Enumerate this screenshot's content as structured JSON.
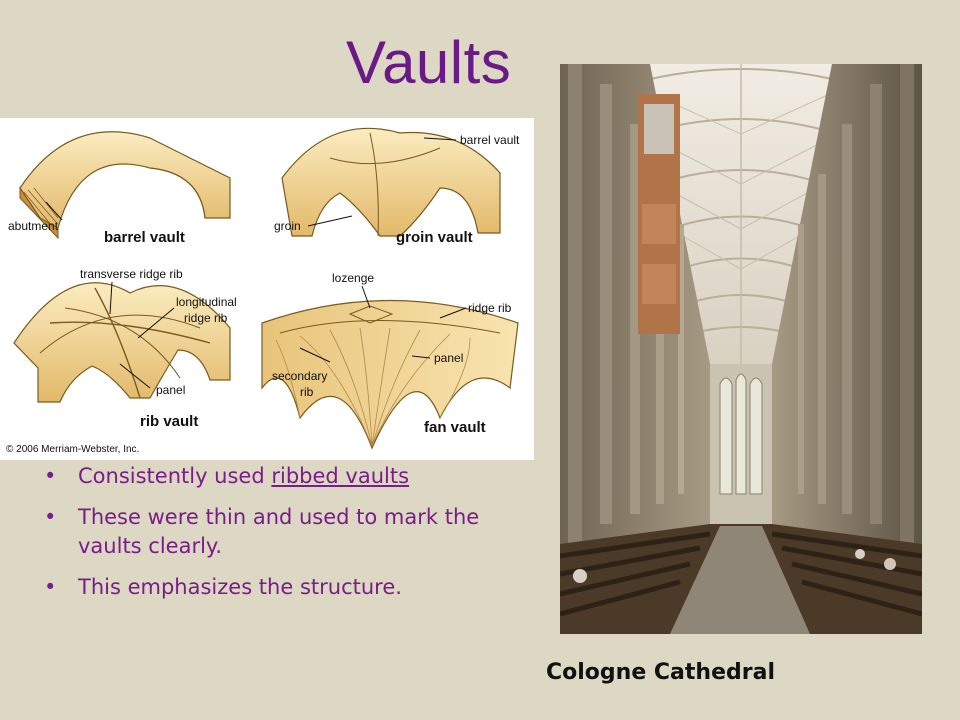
{
  "slide": {
    "title": "Vaults"
  },
  "diagram": {
    "labels": {
      "abutment": "abutment",
      "barrel_vault_callout": "barrel vault",
      "barrel_vault": "barrel vault",
      "groin": "groin",
      "groin_vault": "groin vault",
      "transverse_ridge_rib": "transverse ridge rib",
      "longitudinal_1": "longitudinal",
      "longitudinal_2": "ridge rib",
      "lozenge": "lozenge",
      "ridge_rib": "ridge rib",
      "panel_left": "panel",
      "panel_right": "panel",
      "secondary_1": "secondary",
      "secondary_2": "rib",
      "rib_vault": "rib vault",
      "fan_vault": "fan vault"
    },
    "copyright": "© 2006 Merriam-Webster, Inc."
  },
  "bullets": {
    "b1_prefix": "Consistently used ",
    "b1_link": "ribbed vaults",
    "b2": "These were thin and used to mark the vaults clearly.",
    "b3": "This emphasizes the structure."
  },
  "photo": {
    "caption": "Cologne Cathedral"
  }
}
